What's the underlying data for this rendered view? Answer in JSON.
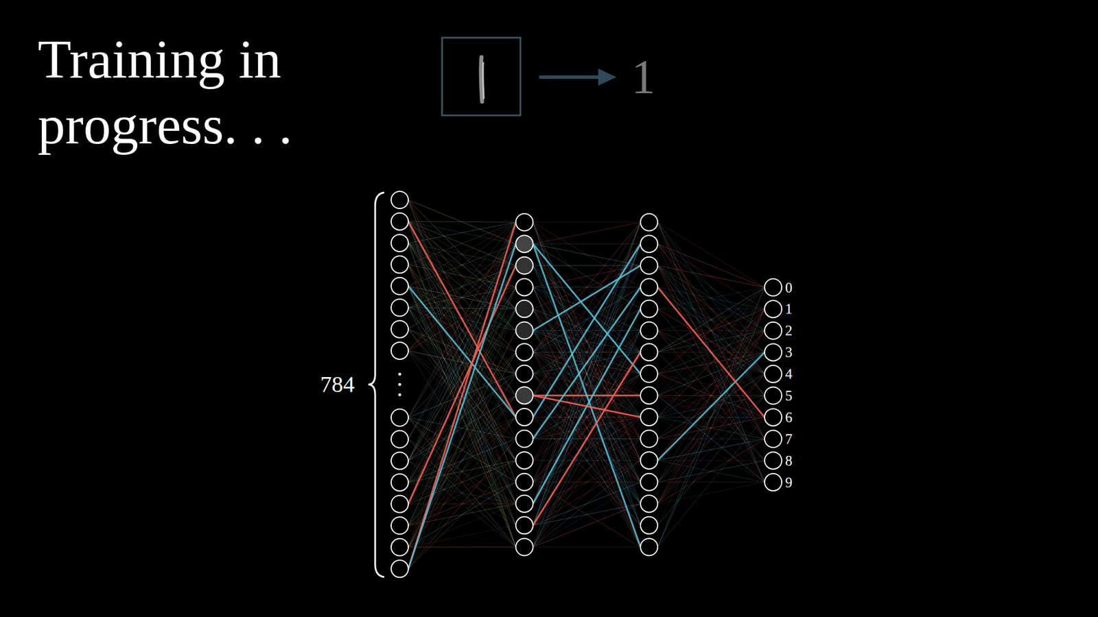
{
  "diagram": {
    "title": "Training in progress. . .",
    "labels": [
      "1",
      "784",
      "0",
      "1",
      "2",
      "3",
      "4",
      "5",
      "6",
      "7",
      "8",
      "9"
    ]
  }
}
